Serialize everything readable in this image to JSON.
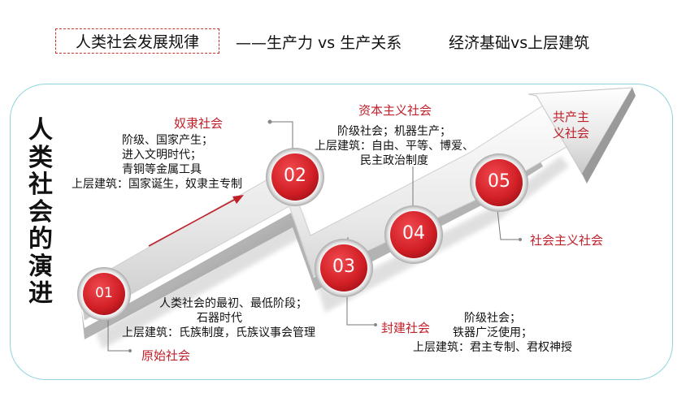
{
  "header": {
    "title": "人类社会发展规律",
    "subtitle1": "——生产力 vs 生产关系",
    "subtitle2": "经济基础vs上层建筑"
  },
  "side_title": [
    "人",
    "类",
    "社",
    "会",
    "的",
    "演",
    "进"
  ],
  "stages": [
    {
      "number": "01",
      "name": "原始社会"
    },
    {
      "number": "02",
      "name": "奴隶社会"
    },
    {
      "number": "03",
      "name": "封建社会"
    },
    {
      "number": "04",
      "name": "资本主义社会"
    },
    {
      "number": "05",
      "name": "社会主义社会"
    }
  ],
  "final_stage": {
    "name_line1": "共产主",
    "name_line2": "义社会"
  },
  "descriptions": {
    "primitive": [
      "人类社会的最初、最低阶段；",
      "石器时代",
      "上层建筑：氏族制度，氏族议事会管理"
    ],
    "slave": [
      "阶级、国家产生；",
      "进入文明时代；",
      "青铜等金属工具",
      "上层建筑：国家诞生，奴隶主专制"
    ],
    "feudal": [
      "阶级社会；",
      "铁器广泛使用；",
      "上层建筑：君主专制、君权神授"
    ],
    "capitalist": [
      "阶级社会；机器生产；",
      "上层建筑：自由、平等、博爱、",
      "民主政治制度"
    ]
  },
  "colors": {
    "accent_red": "#c0202a",
    "frame_border": "#8fd3dc",
    "badge_red": "#d21f26"
  }
}
